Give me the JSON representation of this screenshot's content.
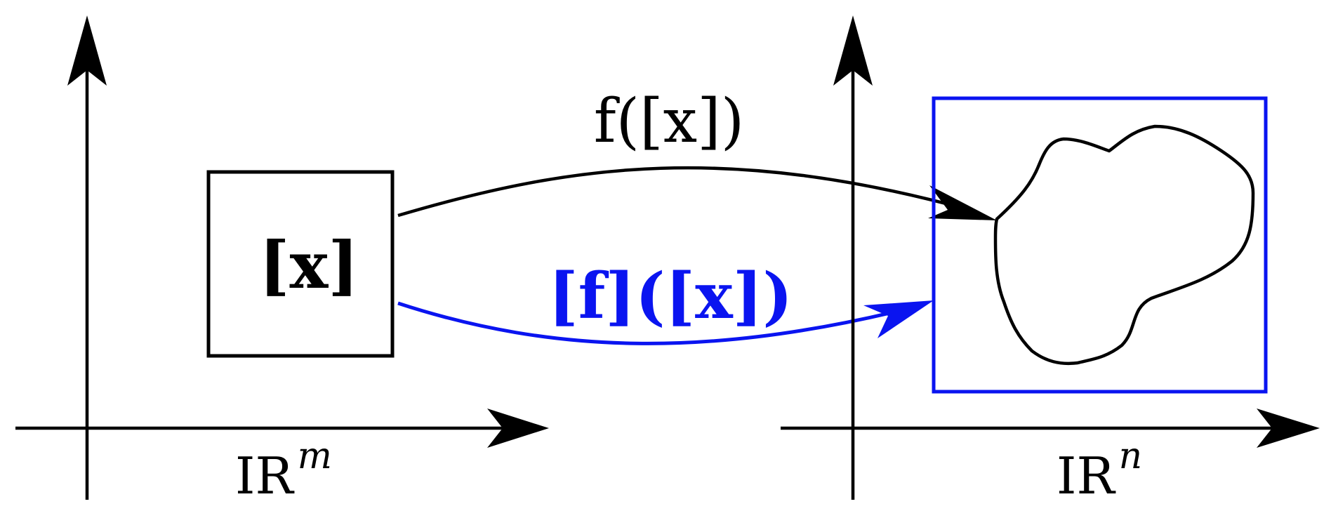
{
  "colors": {
    "ink": "#000000",
    "accent": "#0a14f0"
  },
  "left_space": {
    "label_base": "IR",
    "label_exp": "m",
    "box_label": "[x]"
  },
  "right_space": {
    "label_base": "IR",
    "label_exp": "n"
  },
  "maps": {
    "exact_label": "f([x])",
    "inclusion_label": "[f]([x])"
  }
}
